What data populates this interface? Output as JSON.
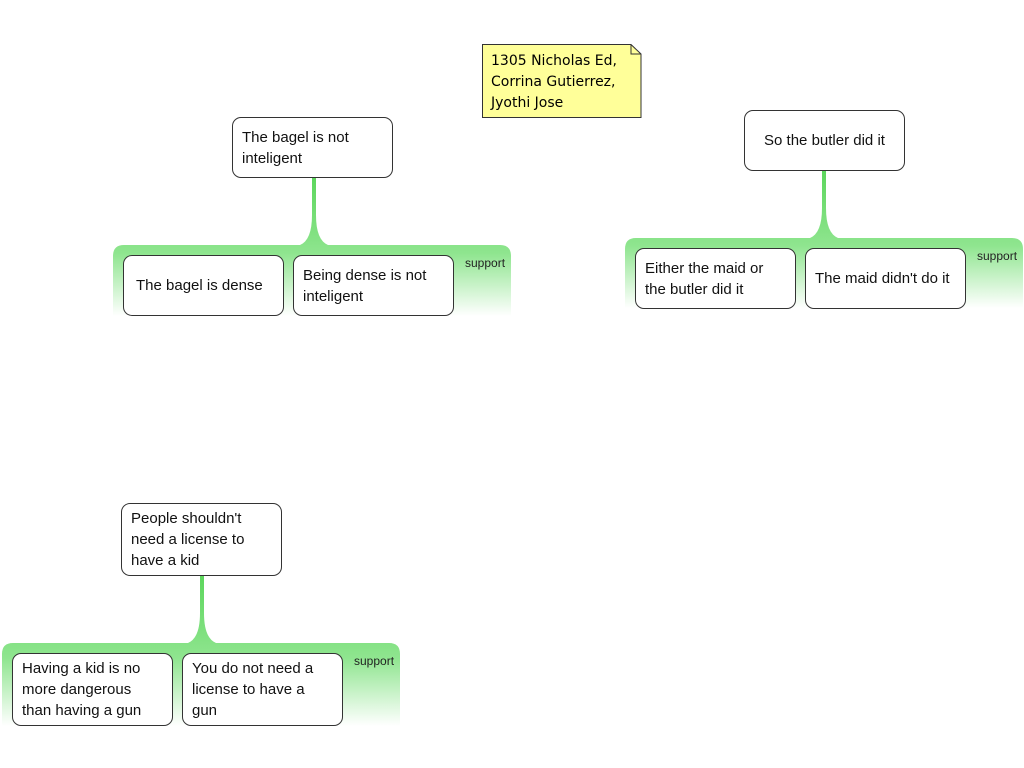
{
  "note": {
    "text": "1305 Nicholas Ed,\nCorrina Gutierrez,\nJyothi Jose"
  },
  "maps": [
    {
      "claim": "The bagel is not inteligent",
      "relation": "support",
      "reasons": [
        "The bagel is dense",
        "Being dense is not inteligent"
      ]
    },
    {
      "claim": "So the butler did it",
      "relation": "support",
      "reasons": [
        "Either the maid or the butler did it",
        "The maid didn't do it"
      ]
    },
    {
      "claim": "People shouldn't need a license to have a kid",
      "relation": "support",
      "reasons": [
        "Having a kid is no more dangerous than having a gun",
        "You do not need a license to have a gun"
      ]
    }
  ],
  "colors": {
    "support": "#5cd65c",
    "note_fill": "#ffff99"
  }
}
